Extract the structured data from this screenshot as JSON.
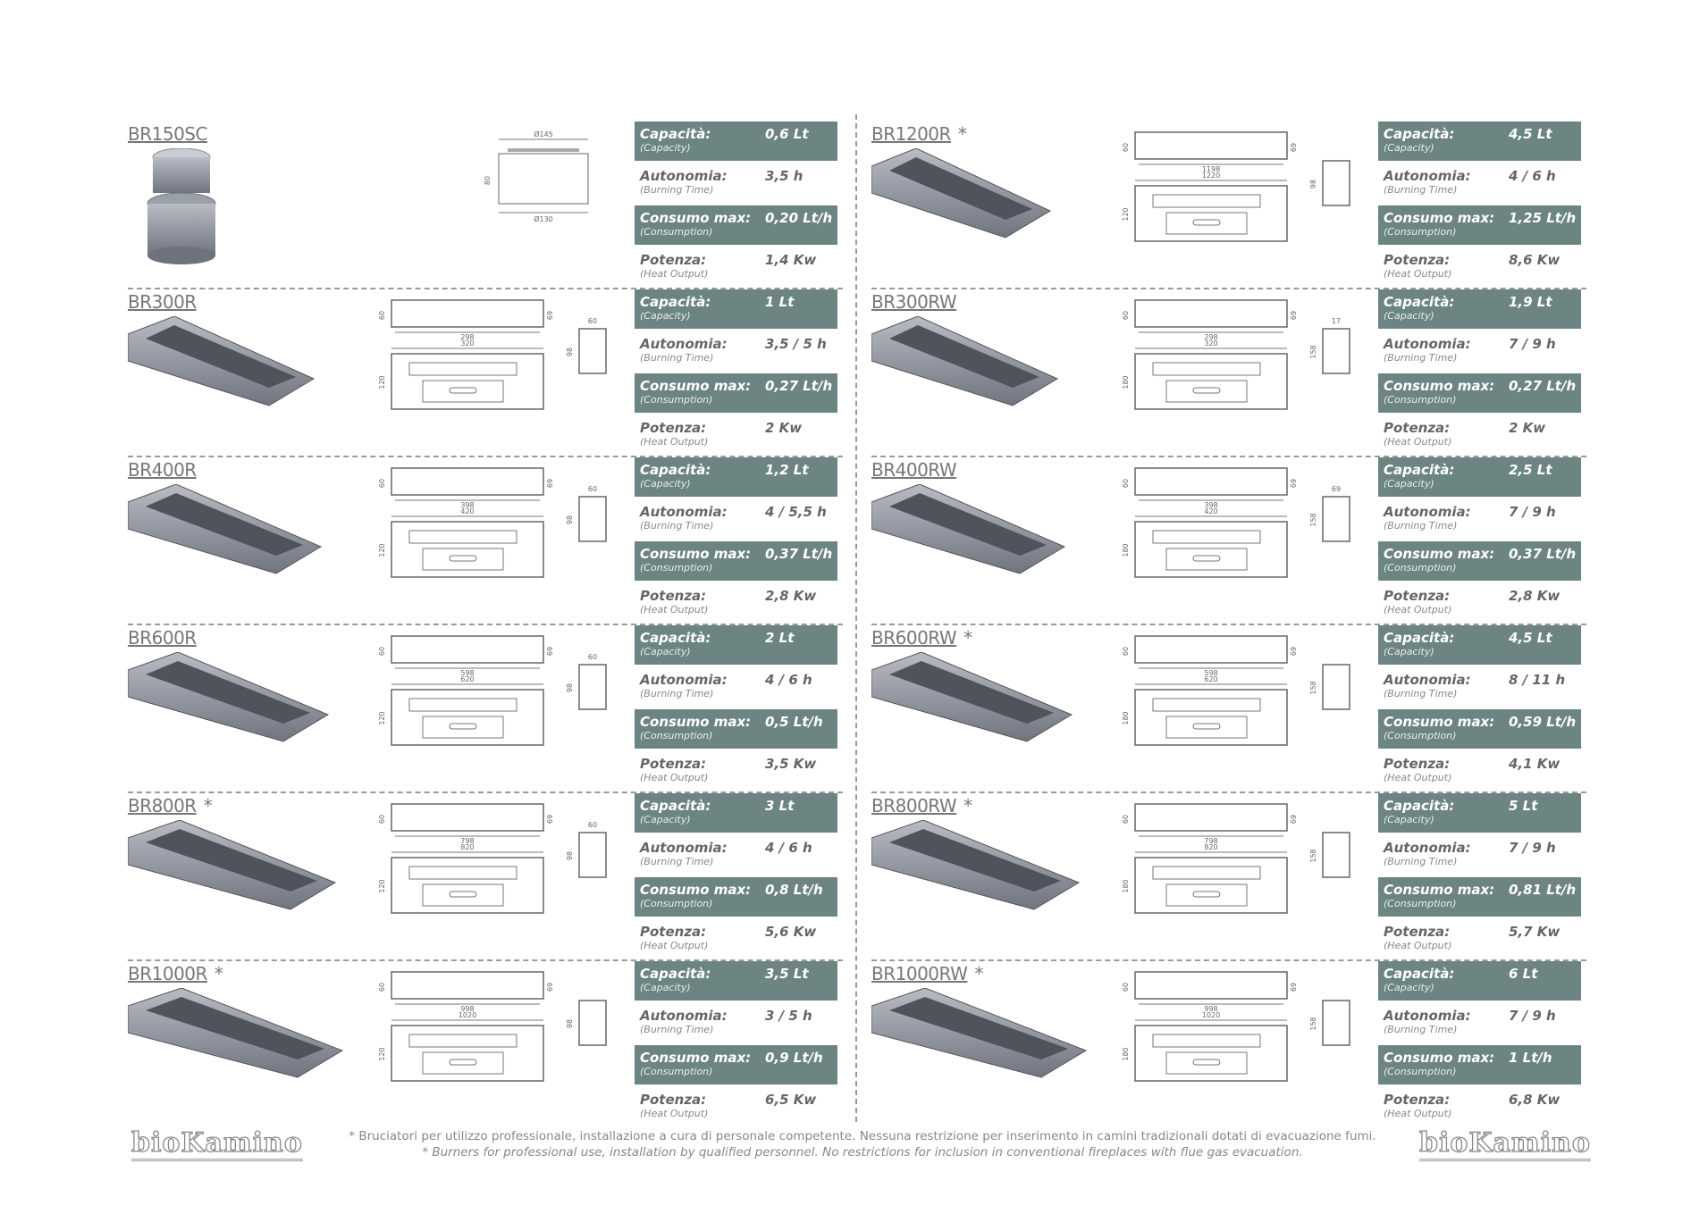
{
  "labels": {
    "capacity": "Capacità:",
    "capacity_en": "(Capacity)",
    "autonomy": "Autonomia:",
    "autonomy_en": "(Burning Time)",
    "consumption": "Consumo max:",
    "consumption_en": "(Consumption)",
    "power": "Potenza:",
    "power_en": "(Heat Output)"
  },
  "columns": [
    [
      {
        "model": "BR150SC",
        "star": "",
        "type": "round",
        "capacity": "0,6 Lt",
        "autonomy": "3,5 h",
        "consumption": "0,20 Lt/h",
        "power": "1,4 Kw",
        "dims": {
          "top": "Ø145",
          "h": "80",
          "bottom": "Ø130"
        }
      },
      {
        "model": "BR300R",
        "star": "",
        "type": "R",
        "capacity": "1 Lt",
        "autonomy": "3,5 / 5 h",
        "consumption": "0,27 Lt/h",
        "power": "2 Kw",
        "dims": {
          "h": "60",
          "inner": "298",
          "r": "69",
          "outer": "320",
          "depth": "120",
          "side_w": "60",
          "side_h": "98"
        }
      },
      {
        "model": "BR400R",
        "star": "",
        "type": "R",
        "capacity": "1,2 Lt",
        "autonomy": "4 / 5,5 h",
        "consumption": "0,37 Lt/h",
        "power": "2,8 Kw",
        "dims": {
          "h": "60",
          "inner": "398",
          "r": "69",
          "outer": "420",
          "depth": "120",
          "side_w": "60",
          "side_h": "98"
        }
      },
      {
        "model": "BR600R",
        "star": "",
        "type": "R",
        "capacity": "2 Lt",
        "autonomy": "4 / 6 h",
        "consumption": "0,5 Lt/h",
        "power": "3,5 Kw",
        "dims": {
          "h": "60",
          "inner": "598",
          "r": "69",
          "outer": "620",
          "depth": "120",
          "side_w": "60",
          "side_h": "98"
        }
      },
      {
        "model": "BR800R",
        "star": "*",
        "type": "R",
        "capacity": "3 Lt",
        "autonomy": "4 / 6 h",
        "consumption": "0,8 Lt/h",
        "power": "5,6 Kw",
        "dims": {
          "h": "60",
          "inner": "798",
          "r": "69",
          "outer": "820",
          "depth": "120",
          "side_w": "60",
          "side_h": "98"
        }
      },
      {
        "model": "BR1000R",
        "star": "*",
        "type": "R",
        "capacity": "3,5 Lt",
        "autonomy": "3 / 5 h",
        "consumption": "0,9 Lt/h",
        "power": "6,5 Kw",
        "dims": {
          "h": "60",
          "inner": "998",
          "r": "69",
          "outer": "1020",
          "depth": "120",
          "side_h": "98"
        }
      }
    ],
    [
      {
        "model": "BR1200R",
        "star": "*",
        "type": "R",
        "capacity": "4,5 Lt",
        "autonomy": "4 / 6 h",
        "consumption": "1,25 Lt/h",
        "power": "8,6 Kw",
        "dims": {
          "h": "60",
          "inner": "1198",
          "r": "69",
          "outer": "1220",
          "depth": "120",
          "side_h": "98"
        }
      },
      {
        "model": "BR300RW",
        "star": "",
        "type": "RW",
        "capacity": "1,9 Lt",
        "autonomy": "7 / 9 h",
        "consumption": "0,27 Lt/h",
        "power": "2 Kw",
        "dims": {
          "h": "60",
          "inner": "298",
          "r": "69",
          "outer": "320",
          "depth": "180",
          "side_w": "17",
          "side_h": "158"
        }
      },
      {
        "model": "BR400RW",
        "star": "",
        "type": "RW",
        "capacity": "2,5 Lt",
        "autonomy": "7 / 9 h",
        "consumption": "0,37 Lt/h",
        "power": "2,8 Kw",
        "dims": {
          "h": "60",
          "inner": "398",
          "r": "69",
          "outer": "420",
          "depth": "180",
          "side_w": "69",
          "side_h": "158"
        }
      },
      {
        "model": "BR600RW",
        "star": "*",
        "type": "RW",
        "capacity": "4,5 Lt",
        "autonomy": "8 / 11 h",
        "consumption": "0,59 Lt/h",
        "power": "4,1 Kw",
        "dims": {
          "h": "60",
          "inner": "598",
          "r": "69",
          "outer": "620",
          "depth": "180",
          "side_h": "158"
        }
      },
      {
        "model": "BR800RW",
        "star": "*",
        "type": "RW",
        "capacity": "5 Lt",
        "autonomy": "7 / 9 h",
        "consumption": "0,81 Lt/h",
        "power": "5,7 Kw",
        "dims": {
          "h": "60",
          "inner": "798",
          "r": "69",
          "outer": "820",
          "depth": "180",
          "side_h": "158"
        }
      },
      {
        "model": "BR1000RW",
        "star": "*",
        "type": "RW",
        "capacity": "6 Lt",
        "autonomy": "7 / 9 h",
        "consumption": "1 Lt/h",
        "power": "6,8 Kw",
        "dims": {
          "h": "60",
          "inner": "998",
          "r": "69",
          "outer": "1020",
          "depth": "180",
          "side_h": "158"
        }
      }
    ]
  ],
  "footer": {
    "logo": "bioKamino",
    "note_it": "* Bruciatori per utilizzo professionale, installazione a cura di personale competente. Nessuna restrizione per inserimento in camini tradizionali dotati di evacuazione fumi.",
    "note_en": "* Burners for professional use, installation by qualified personnel. No restrictions for inclusion in conventional fireplaces with flue gas evacuation."
  },
  "colors": {
    "spec_dark": "#6c8583",
    "text": "#666666"
  }
}
